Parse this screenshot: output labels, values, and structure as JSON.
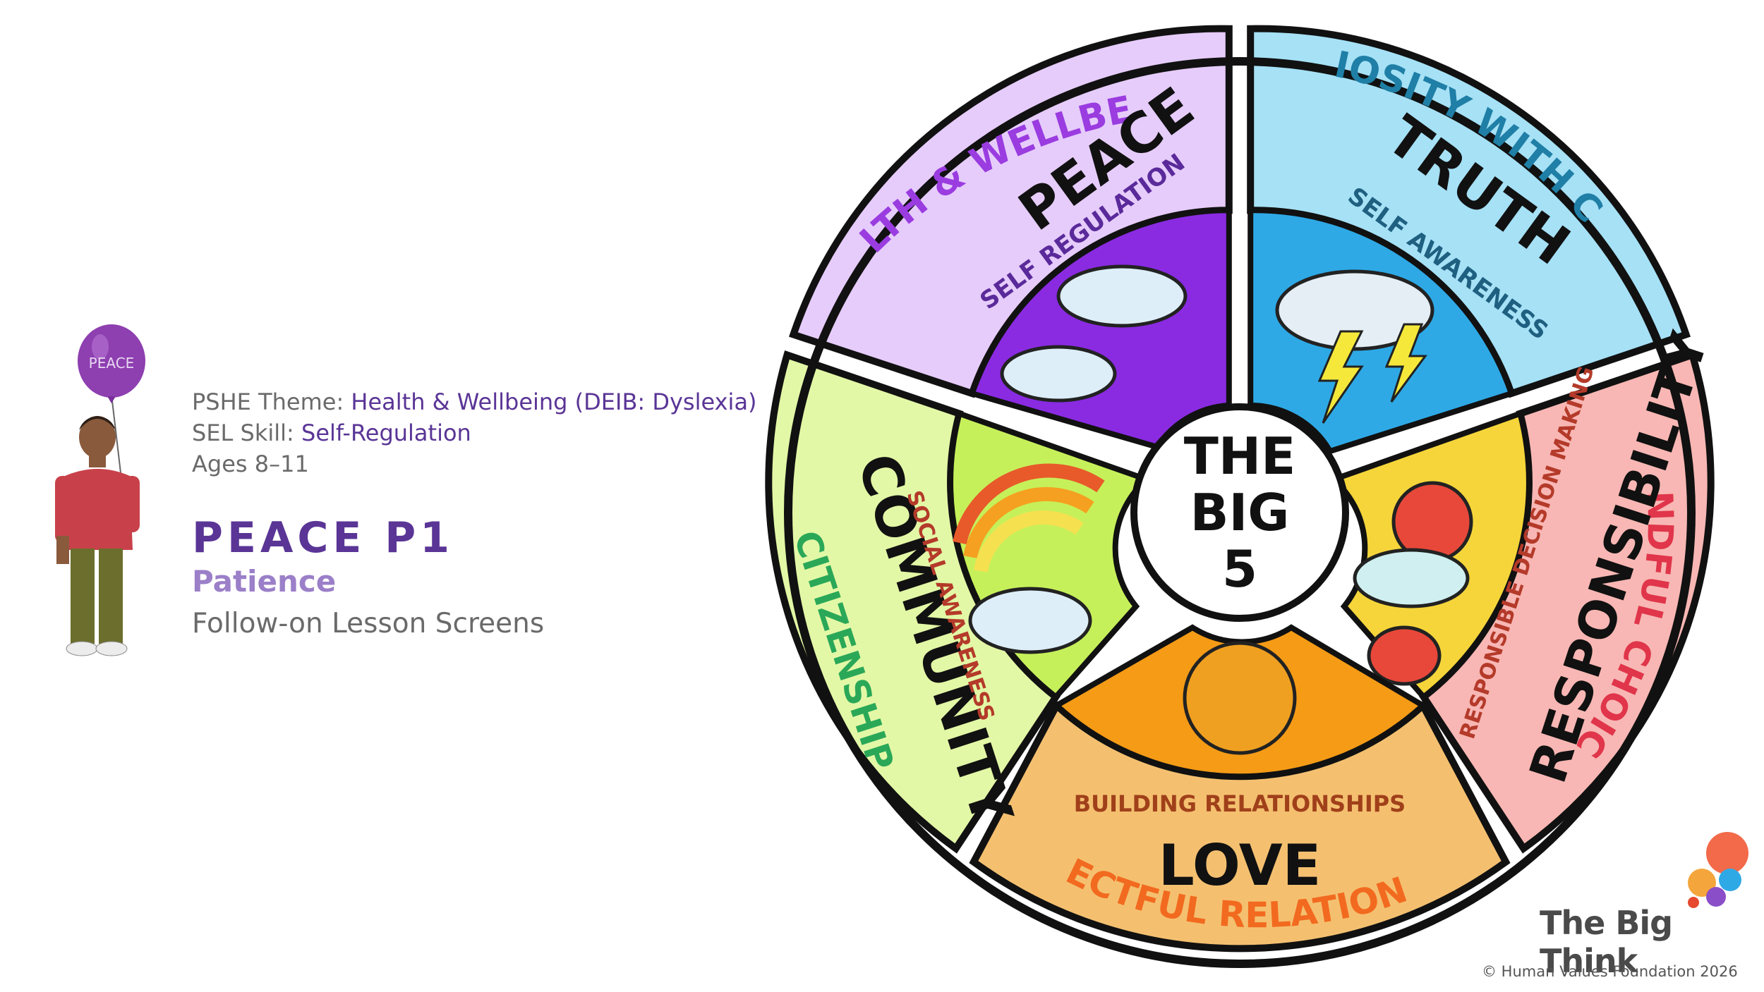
{
  "sidebar": {
    "theme_label": "PSHE Theme:",
    "theme_value": "Health & Wellbeing (DEIB: Dyslexia)",
    "skill_label": "SEL Skill:",
    "skill_value": "Self-Regulation",
    "ages": "Ages 8–11",
    "title": "PEACE P1",
    "subtitle": "Patience",
    "follow_on": "Follow-on Lesson Screens",
    "balloon_text": "PEACE"
  },
  "wheel": {
    "center_lines": [
      "THE",
      "BIG",
      "5"
    ],
    "segments": {
      "peace": {
        "theme": "HEALTH & WELLBEING",
        "value": "PEACE",
        "skill": "SELF REGULATION",
        "color": "#e6ccfb",
        "inner_color": "#8a2be2"
      },
      "truth": {
        "theme": "CURIOSITY WITH CARE",
        "value": "TRUTH",
        "skill": "SELF AWARENESS",
        "color": "#a6e1f6",
        "inner_color": "#2ea9e6"
      },
      "responsibility": {
        "theme": "MINDFUL CHOICES",
        "value": "RESPONSIBILITY",
        "skill": "RESPONSIBLE DECISION MAKING",
        "color": "#f8b7b4",
        "inner_color": "#f5d53a"
      },
      "love": {
        "theme": "RESPECTFUL RELATIONSHIPS",
        "value": "LOVE",
        "skill": "BUILDING RELATIONSHIPS",
        "color": "#f4c070",
        "inner_color": "#f59b16"
      },
      "community": {
        "theme": "CITIZENSHIP",
        "value": "COMMUNITY",
        "skill": "SOCIAL AWARENESS",
        "color": "#e3f8a6",
        "inner_color": "#c6f05a"
      }
    }
  },
  "footer": {
    "brand": "The Big Think",
    "copyright": "© Human Values Foundation 2026"
  },
  "colors": {
    "purple": "#5a3596",
    "light_purple": "#9b7fc8",
    "grey": "#6a6a6a"
  }
}
